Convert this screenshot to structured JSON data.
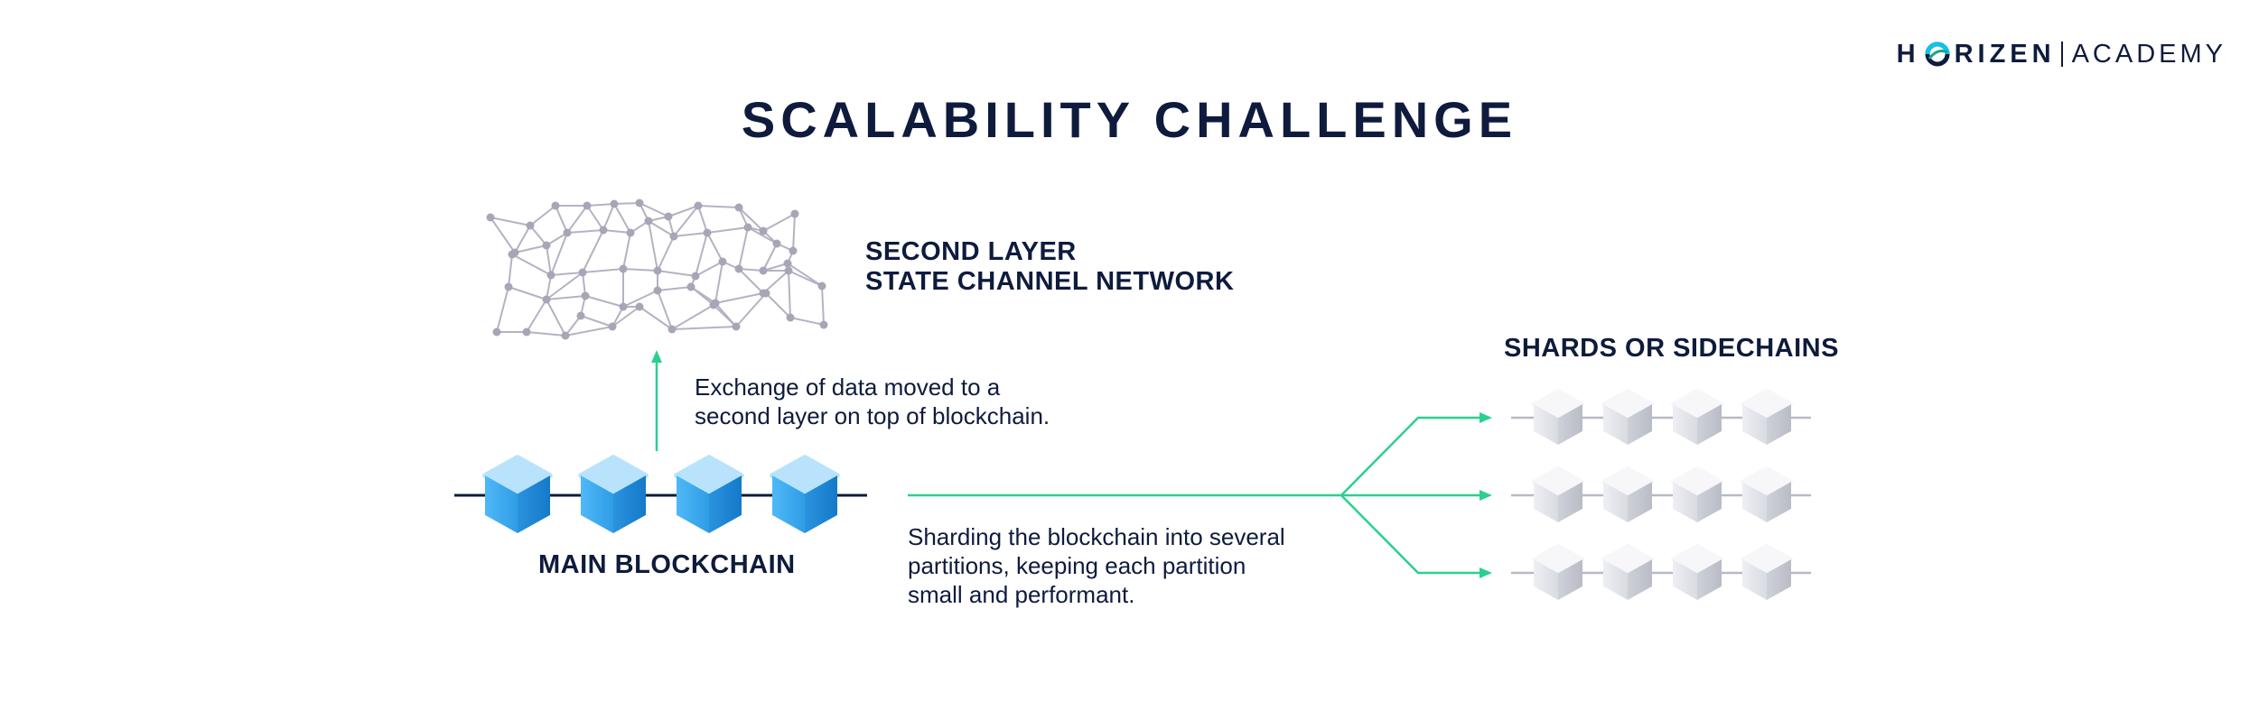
{
  "brand": {
    "name_prefix": "H",
    "name_suffix": "RIZEN",
    "section": "ACADEMY",
    "accent_color": "#12c2e9",
    "accent_color_2": "#1aa58a"
  },
  "title": "SCALABILITY CHALLENGE",
  "second_layer": {
    "line1": "SECOND LAYER",
    "line2": "STATE CHANNEL NETWORK"
  },
  "second_layer_description": {
    "line1": "Exchange of data moved to a",
    "line2": "second layer on top of blockchain."
  },
  "main_blockchain": {
    "label": "MAIN BLOCKCHAIN",
    "block_count": 4,
    "block_color": "#4db4f5"
  },
  "sharding_description": {
    "line1": "Sharding the blockchain into several",
    "line2": "partitions, keeping each partition",
    "line3": "small and performant."
  },
  "shards": {
    "label": "SHARDS OR SIDECHAINS",
    "chain_count": 3,
    "blocks_per_chain": 4,
    "block_color": "#d9dbe3"
  },
  "colors": {
    "arrow": "#2bd08f",
    "network": "#b1adbe",
    "text": "#0e1b3d"
  }
}
